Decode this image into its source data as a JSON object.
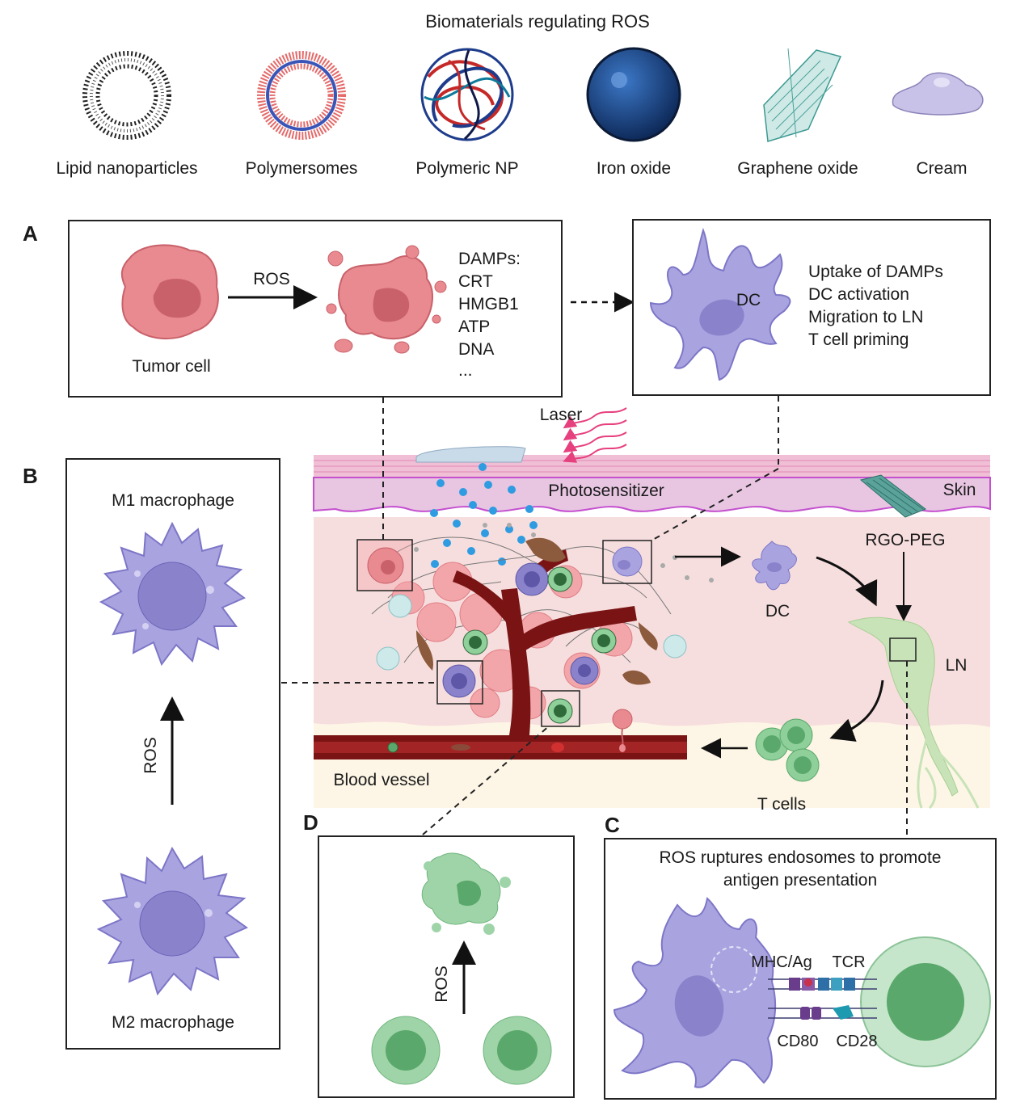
{
  "header": {
    "title": "Biomaterials regulating ROS"
  },
  "biomaterials": [
    {
      "label": "Lipid nanoparticles",
      "icon": "lipid-nanoparticle-icon"
    },
    {
      "label": "Polymersomes",
      "icon": "polymersome-icon"
    },
    {
      "label": "Polymeric NP",
      "icon": "polymeric-np-icon"
    },
    {
      "label": "Iron oxide",
      "icon": "iron-oxide-sphere-icon"
    },
    {
      "label": "Graphene oxide",
      "icon": "graphene-sheet-icon"
    },
    {
      "label": "Cream",
      "icon": "cream-blob-icon"
    }
  ],
  "panels": {
    "a": {
      "letter": "A",
      "arrow_label": "ROS",
      "tumor_label": "Tumor cell",
      "damps": [
        "DAMPs:",
        "CRT",
        "HMGB1",
        "ATP",
        "DNA",
        "..."
      ],
      "dc_label": "DC",
      "dc_steps": [
        "Uptake of DAMPs",
        "DC activation",
        "Migration to LN",
        "T cell priming"
      ]
    },
    "b": {
      "letter": "B",
      "m1_label": "M1  macrophage",
      "m2_label": "M2  macrophage",
      "arrow_label": "ROS"
    },
    "c": {
      "letter": "C",
      "title_line1": "ROS ruptures endosomes to promote",
      "title_line2": "antigen presentation",
      "mhc_label": "MHC/Ag",
      "tcr_label": "TCR",
      "cd80_label": "CD80",
      "cd28_label": "CD28"
    },
    "d": {
      "letter": "D",
      "arrow_label": "ROS"
    }
  },
  "scene": {
    "laser_label": "Laser",
    "photosensitizer_label": "Photosensitizer",
    "skin_label": "Skin",
    "rgo_label": "RGO-PEG",
    "dc_label": "DC",
    "ln_label": "LN",
    "tcells_label": "T cells",
    "vessel_label": "Blood vessel"
  },
  "colors": {
    "tumor": "#e88a8f",
    "tumor_core": "#c9616a",
    "dc": "#a9a4e0",
    "dc_nucleus": "#8a83cc",
    "tcell": "#8fcf9a",
    "tcell_core": "#5aa86b",
    "skin": "#e8c6e2",
    "tissue": "#f7dede",
    "vessel": "#7a1414",
    "photosensitizer": "#2f9be0",
    "laser": "#e6407e"
  }
}
